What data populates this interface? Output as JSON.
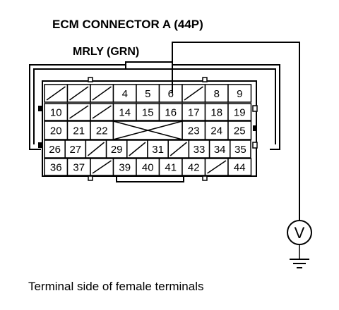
{
  "title": "ECM CONNECTOR A (44P)",
  "wire_label": "MRLY (GRN)",
  "caption": "Terminal side of female terminals",
  "meter_symbol": "V",
  "colors": {
    "line": "#000000",
    "background": "#ffffff"
  },
  "connector": {
    "rows": [
      [
        "/",
        "/",
        "/",
        "4",
        "5",
        "6",
        "/",
        "8",
        "9"
      ],
      [
        "10",
        "/",
        "/",
        "14",
        "15",
        "16",
        "17",
        "18",
        "19"
      ],
      [
        "20",
        "21",
        "22",
        "X",
        "X",
        "X",
        "23",
        "24",
        "25"
      ],
      [
        "26",
        "27",
        "/",
        "29",
        "/",
        "31",
        "/",
        "33",
        "34",
        "35"
      ],
      [
        "36",
        "37",
        "/",
        "39",
        "40",
        "41",
        "42",
        "/",
        "44"
      ]
    ]
  }
}
